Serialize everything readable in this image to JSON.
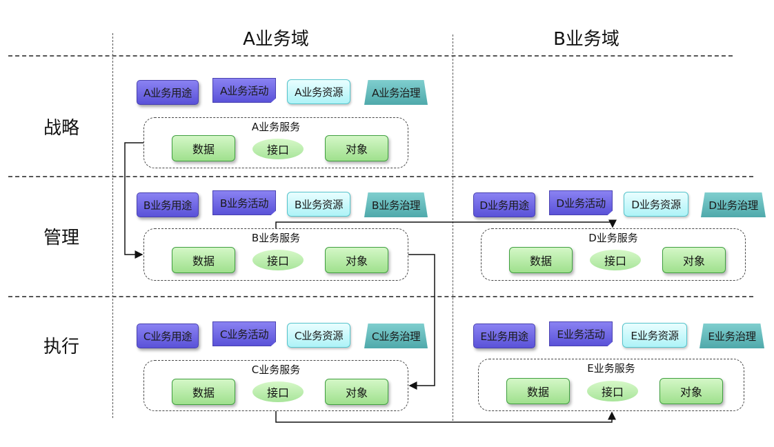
{
  "domains": [
    "A业务域",
    "B业务域"
  ],
  "layers": [
    "战略",
    "管理",
    "执行"
  ],
  "chip_labels": {
    "A": [
      "A业务用途",
      "A业务活动",
      "A业务资源",
      "A业务治理"
    ],
    "B": [
      "B业务用途",
      "B业务活动",
      "B业务资源",
      "B业务治理"
    ],
    "C": [
      "C业务用途",
      "C业务活动",
      "C业务资源",
      "C业务治理"
    ],
    "D": [
      "D业务用途",
      "D业务活动",
      "D业务资源",
      "D业务治理"
    ],
    "E": [
      "E业务用途",
      "E业务活动",
      "E业务资源",
      "E业务治理"
    ]
  },
  "services": {
    "A": {
      "title": "A业务服务",
      "items": [
        "数据",
        "接口",
        "对象"
      ]
    },
    "B": {
      "title": "B业务服务",
      "items": [
        "数据",
        "接口",
        "对象"
      ]
    },
    "C": {
      "title": "C业务服务",
      "items": [
        "数据",
        "接口",
        "对象"
      ]
    },
    "D": {
      "title": "D业务服务",
      "items": [
        "数据",
        "接口",
        "对象"
      ]
    },
    "E": {
      "title": "E业务服务",
      "items": [
        "数据",
        "接口",
        "对象"
      ]
    }
  }
}
